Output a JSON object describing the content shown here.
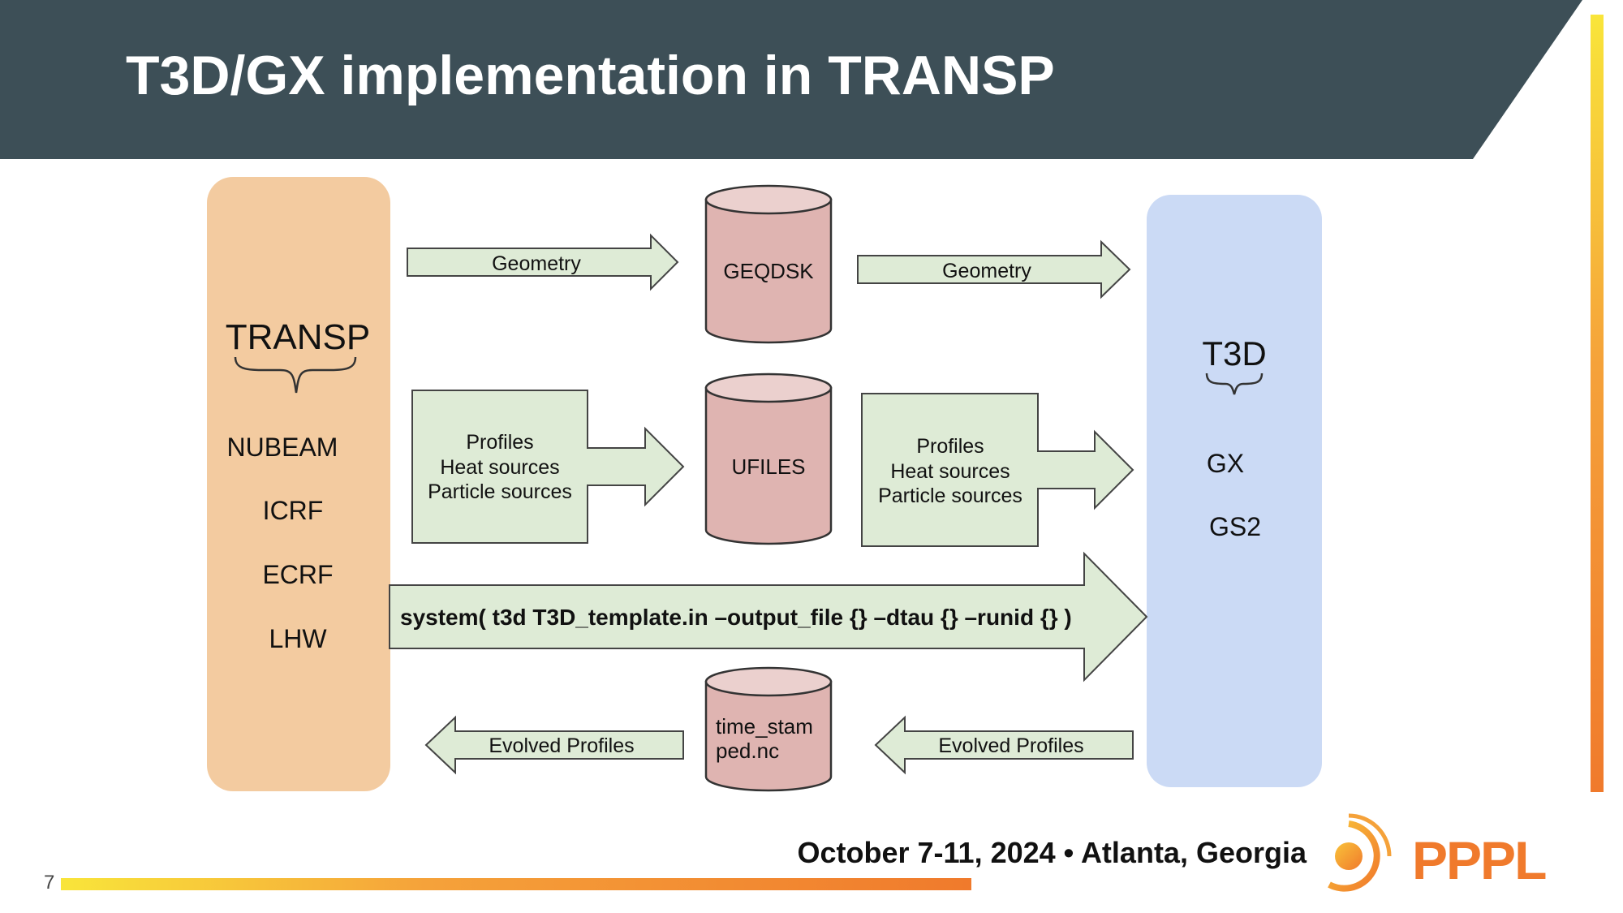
{
  "title": "T3D/GX implementation in TRANSP",
  "slide_number": "7",
  "footer": "October 7-11, 2024 • Atlanta, Georgia",
  "logo": {
    "text": "PPPL"
  },
  "diagram": {
    "transp": {
      "label": "TRANSP",
      "modules": [
        "NUBEAM",
        "ICRF",
        "ECRF",
        "LHW"
      ]
    },
    "t3d": {
      "label": "T3D",
      "modules": [
        "GX",
        "GS2"
      ]
    },
    "files": {
      "geqdsk": "GEQDSK",
      "ufiles": "UFILES",
      "timestamp_line1": "time_stam",
      "timestamp_line2": "ped.nc"
    },
    "arrows": {
      "geometry_left": "Geometry",
      "geometry_right": "Geometry",
      "profiles_left": [
        "Profiles",
        "Heat sources",
        "Particle sources"
      ],
      "profiles_right": [
        "Profiles",
        "Heat sources",
        "Particle sources"
      ],
      "system_call": "system( t3d  T3D_template.in –output_file {} –dtau {} –runid {} )",
      "evolved_left": "Evolved Profiles",
      "evolved_right": "Evolved Profiles"
    }
  },
  "colors": {
    "header_bg": "#3d4f57",
    "transp_box": "#f3cba0",
    "t3d_box": "#cbdaf5",
    "arrow_fill": "#deebd6",
    "cylinder_fill": "#dfb4b1",
    "cylinder_top": "#ebd0ce",
    "accent_orange": "#f07a2c",
    "accent_yellow": "#f9e53a"
  }
}
